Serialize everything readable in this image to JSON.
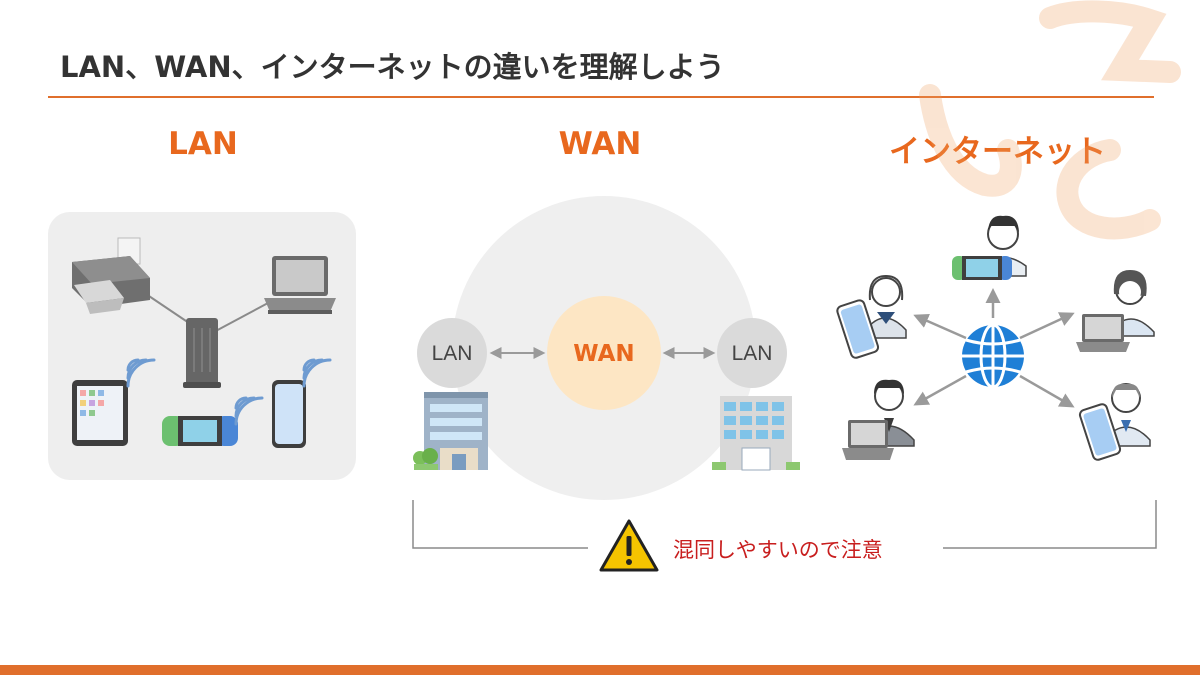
{
  "title": "LAN、WAN、インターネットの違いを理解しよう",
  "sections": {
    "lan": "LAN",
    "wan": "WAN",
    "internet": "インターネット"
  },
  "wan_diagram": {
    "left_node": "LAN",
    "center_node": "WAN",
    "right_node": "LAN"
  },
  "caution": "混同しやすいので注意",
  "colors": {
    "accent": "#e8681e",
    "rule": "#e06f2c",
    "warning_text": "#c81e1e",
    "warning_sign": "#f5c400",
    "globe": "#1f7fd6",
    "wan_center": "#fde6c4",
    "panel": "#eeeeee"
  },
  "icons": [
    "printer-icon",
    "wifi-router-icon",
    "laptop-icon",
    "tablet-icon",
    "game-console-icon",
    "smartphone-icon",
    "wifi-signal-icon",
    "office-building-icon",
    "globe-icon",
    "person-icon",
    "warning-icon",
    "watermark-logo"
  ]
}
